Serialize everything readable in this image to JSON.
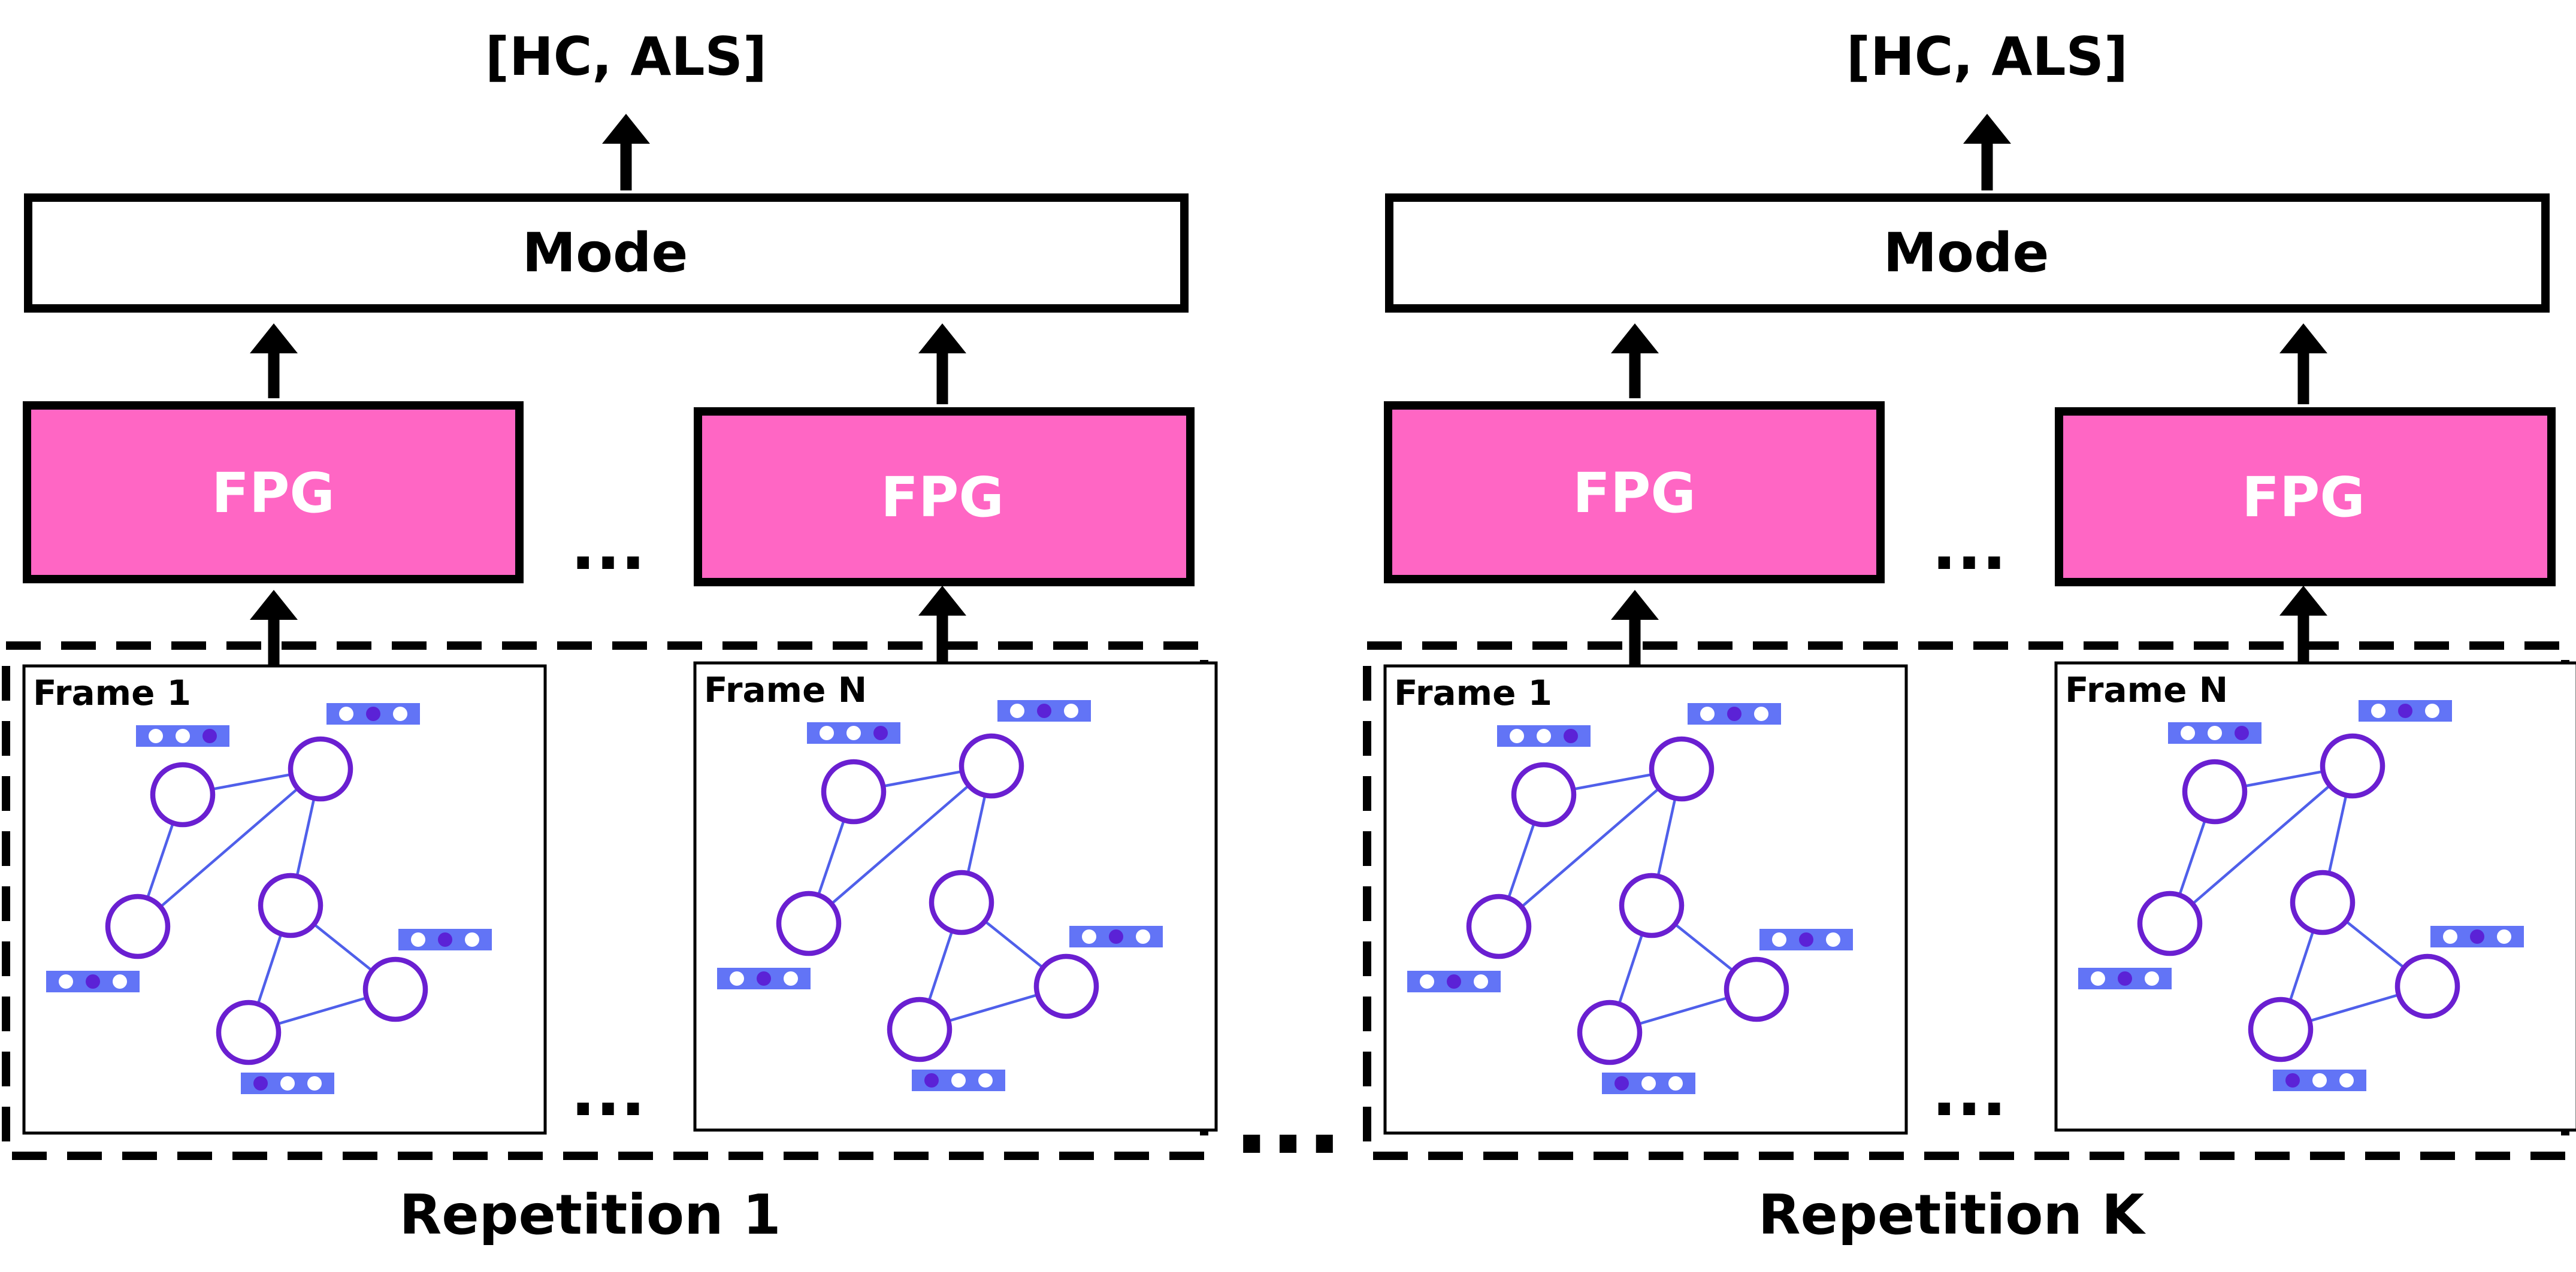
{
  "diagram": {
    "repetitions": [
      {
        "label": "Repetition 1",
        "output": "[HC, ALS]",
        "aggregator": "Mode",
        "model": "FPG",
        "frames": [
          {
            "label": "Frame 1"
          },
          {
            "label": "Frame N"
          }
        ],
        "gap_ellipsis": "...",
        "frame_ellipsis": "..."
      },
      {
        "label": "Repetition K",
        "output": "[HC, ALS]",
        "aggregator": "Mode",
        "model": "FPG",
        "frames": [
          {
            "label": "Frame 1"
          },
          {
            "label": "Frame N"
          }
        ],
        "gap_ellipsis": "...",
        "frame_ellipsis": "..."
      }
    ],
    "repetition_ellipsis": "...",
    "colors": {
      "fpg_box": "#ff66c4",
      "node_stroke": "#6a1fd1",
      "edge": "#4f5fea",
      "feature_bar": "#6274f6",
      "feature_dot_active": "#5b22d6"
    }
  }
}
